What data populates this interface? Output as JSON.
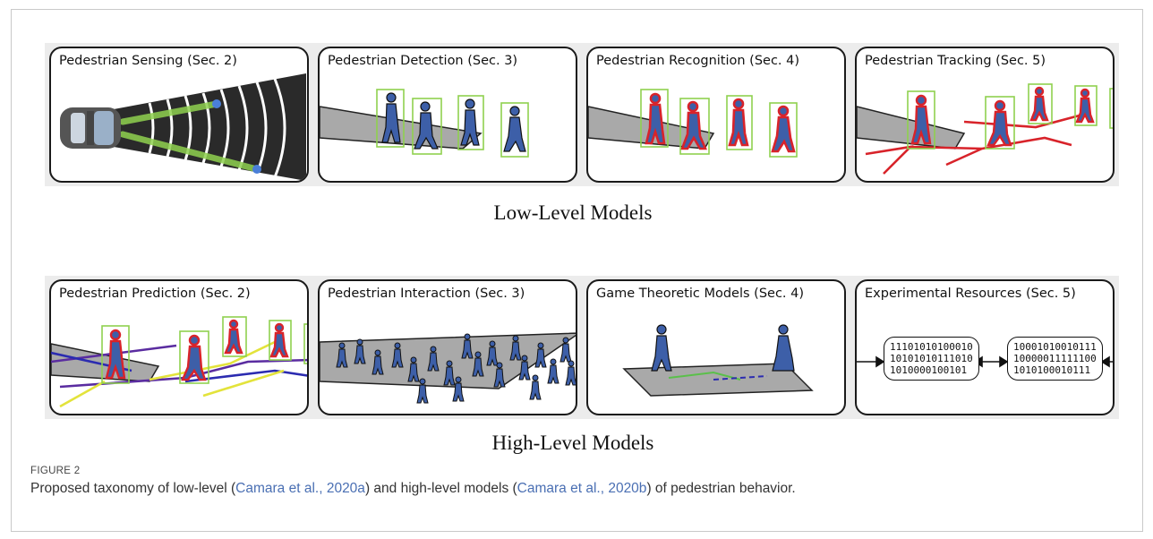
{
  "figure": {
    "low_row_label": "Low-Level Models",
    "high_row_label": "High-Level Models",
    "number": "FIGURE 2",
    "caption_pre": "Proposed taxonomy of low-level (",
    "cite_a": "Camara et al., 2020a",
    "caption_mid": ") and high-level models (",
    "cite_b": "Camara et al., 2020b",
    "caption_post": ") of pedestrian behavior."
  },
  "low_panels": [
    {
      "title": "Pedestrian Sensing (Sec. 2)"
    },
    {
      "title": "Pedestrian Detection (Sec. 3)"
    },
    {
      "title": "Pedestrian Recognition (Sec. 4)"
    },
    {
      "title": "Pedestrian Tracking (Sec. 5)"
    }
  ],
  "high_panels": [
    {
      "title": "Pedestrian Prediction (Sec. 2)"
    },
    {
      "title": "Pedestrian Interaction (Sec. 3)"
    },
    {
      "title": "Game Theoretic Models (Sec. 4)"
    },
    {
      "title": "Experimental Resources (Sec. 5)"
    }
  ],
  "binary": {
    "left": [
      "11101010100010",
      "10101010111010",
      "1010000100101"
    ],
    "right": [
      "10001010010111",
      "10000011111100",
      "1010100010111"
    ]
  },
  "colors": {
    "bbox": "#8fd14f",
    "pedestrian": "#3d5fa8",
    "outline_red": "#d8232a",
    "track_red": "#d8232a",
    "pred_purple": "#5a2ca0",
    "pred_yellow": "#e3e33b",
    "citation": "#4a6fb3"
  }
}
